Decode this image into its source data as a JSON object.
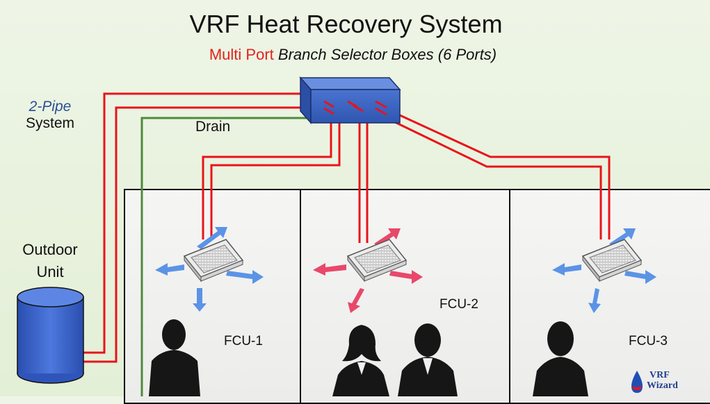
{
  "title": "VRF Heat Recovery System",
  "subtitle": {
    "highlight": "Multi Port",
    "rest": "Branch Selector Boxes (6 Ports)"
  },
  "pipe_label": {
    "line1": "2-Pipe",
    "line2": "System"
  },
  "drain_label": "Drain",
  "outdoor_label": {
    "line1": "Outdoor",
    "line2": "Unit"
  },
  "fcu_labels": [
    "FCU-1",
    "FCU-2",
    "FCU-3"
  ],
  "logo": {
    "line1": "VRF",
    "line2": "Wizard"
  },
  "colors": {
    "refrigerant_pipe": "#e8141a",
    "drain_pipe": "#4e8a3a",
    "branch_box": "#3f68c4",
    "outdoor_unit": "#3a62c9",
    "cool_air": "#5b93e6",
    "heat_air": "#e8486a"
  },
  "icons": [
    "branch-selector-box-icon",
    "outdoor-unit-icon",
    "cassette-fcu-icon",
    "person-silhouette-icon",
    "vrf-wizard-logo-icon"
  ]
}
